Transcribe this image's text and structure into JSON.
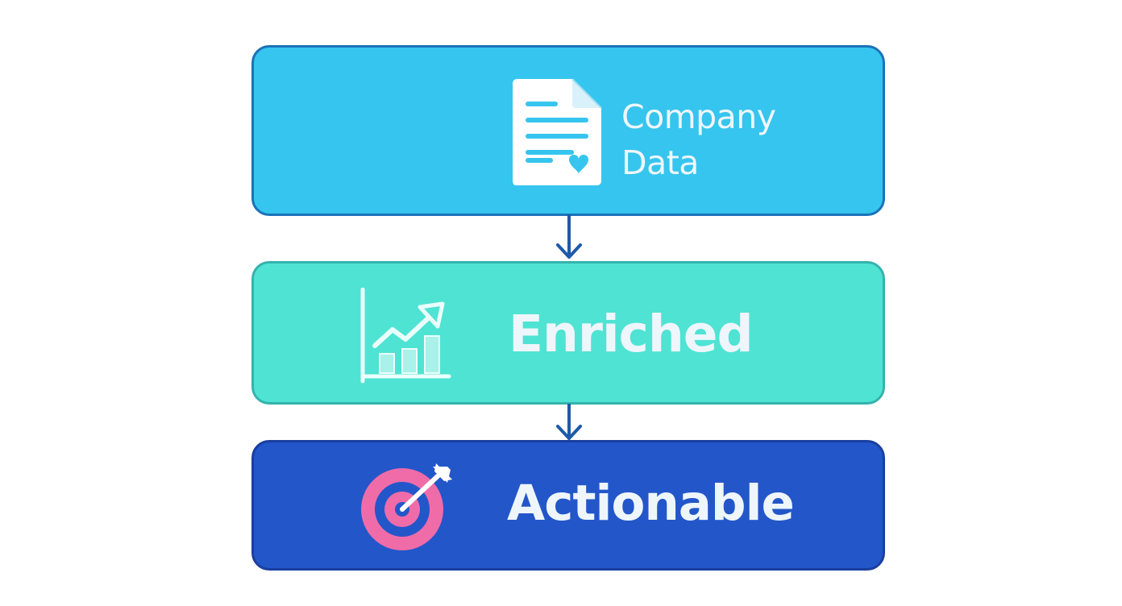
{
  "diagram": {
    "steps": [
      {
        "label_line1": "Company",
        "label_line2": "Data",
        "icon": "document-heart-icon",
        "color": "#36c5ee",
        "border": "#1a73b8"
      },
      {
        "label": "Enriched",
        "icon": "chart-growth-icon",
        "color": "#4fe3d3",
        "border": "#34b3ad"
      },
      {
        "label": "Actionable",
        "icon": "target-arrow-icon",
        "color": "#2356c9",
        "border": "#1a3f9e"
      }
    ],
    "connectors": [
      "arrow-down",
      "arrow-down"
    ],
    "colors": {
      "arrow": "#1e5aa8",
      "text": "#eef6fb",
      "target_pink": "#f06ca8"
    }
  }
}
